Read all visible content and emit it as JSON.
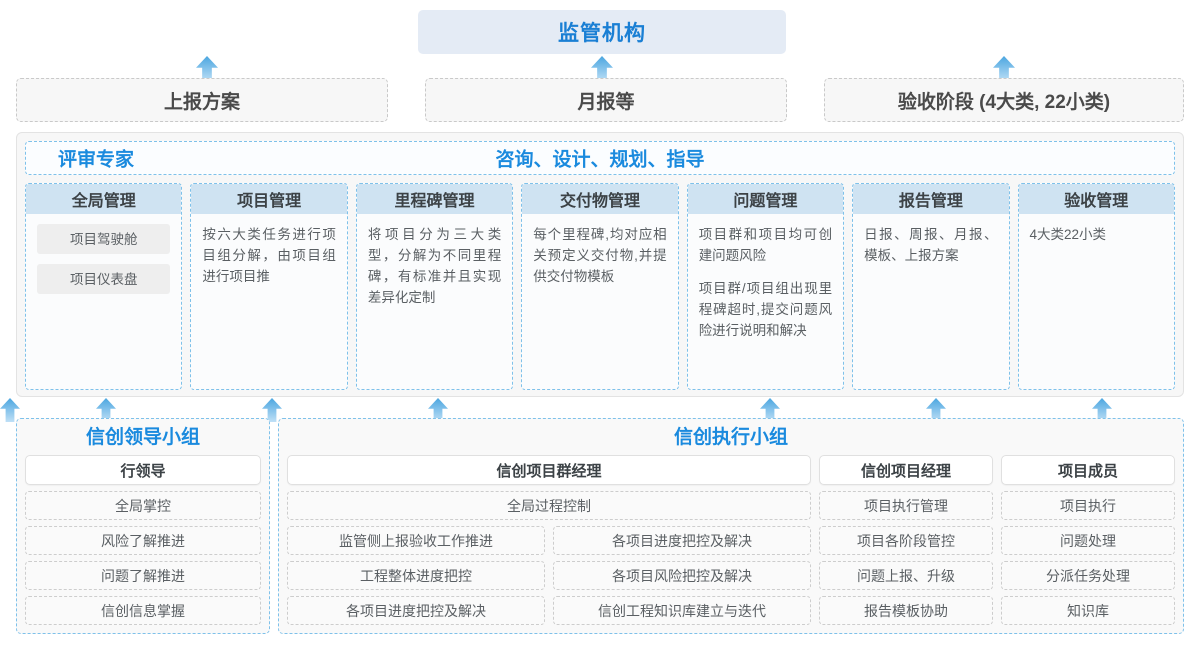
{
  "top": {
    "regulator_title": "监管机构",
    "reports": [
      {
        "label": "上报方案"
      },
      {
        "label": "月报等"
      },
      {
        "label": "验收阶段 (4大类, 22小类)"
      }
    ]
  },
  "middle": {
    "left_label": "评审专家",
    "center_label": "咨询、设计、规划、指导",
    "columns": [
      {
        "header": "全局管理",
        "chips": [
          "项目驾驶舱",
          "项目仪表盘"
        ],
        "paragraphs": []
      },
      {
        "header": "项目管理",
        "chips": [],
        "paragraphs": [
          "按六大类任务进行项目组分解，由项目组进行项目推"
        ]
      },
      {
        "header": "里程碑管理",
        "chips": [],
        "paragraphs": [
          "将项目分为三大类型，分解为不同里程碑，有标准并且实现差异化定制"
        ]
      },
      {
        "header": "交付物管理",
        "chips": [],
        "paragraphs": [
          "每个里程碑,均对应相关预定义交付物,并提供交付物模板"
        ]
      },
      {
        "header": "问题管理",
        "chips": [],
        "paragraphs": [
          "项目群和项目均可创建问题风险",
          "项目群/项目组出现里程碑超时,提交问题风险进行说明和解决"
        ]
      },
      {
        "header": "报告管理",
        "chips": [],
        "paragraphs": [
          "日报、周报、月报、模板、上报方案"
        ]
      },
      {
        "header": "验收管理",
        "chips": [],
        "paragraphs": [
          "4大类22小类"
        ]
      }
    ]
  },
  "bottom": {
    "leader_group": {
      "title": "信创领导小组",
      "role": "行领导",
      "tasks": [
        "全局掌控",
        "风险了解推进",
        "问题了解推进",
        "信创信息掌握"
      ]
    },
    "exec_group": {
      "title": "信创执行小组",
      "program_manager": {
        "role": "信创项目群经理",
        "full_task": "全局过程控制",
        "left_tasks": [
          "监管侧上报验收工作推进",
          "工程整体进度把控",
          "各项目进度把控及解决"
        ],
        "right_tasks": [
          "各项目进度把控及解决",
          "各项目风险把控及解决",
          "信创工程知识库建立与迭代"
        ]
      },
      "project_manager": {
        "role": "信创项目经理",
        "tasks": [
          "项目执行管理",
          "项目各阶段管控",
          "问题上报、升级",
          "报告模板协助"
        ]
      },
      "project_member": {
        "role": "项目成员",
        "tasks": [
          "项目执行",
          "问题处理",
          "分派任务处理",
          "知识库"
        ]
      }
    }
  },
  "icons": {
    "arrow_up": "arrow-up-icon"
  },
  "colors": {
    "accent_blue": "#1a8ade",
    "header_fill": "#cfe3f2",
    "top_fill": "#e4ebf5",
    "dashed_blue": "#7ec1ea",
    "dashed_gray": "#c9c9c9"
  }
}
